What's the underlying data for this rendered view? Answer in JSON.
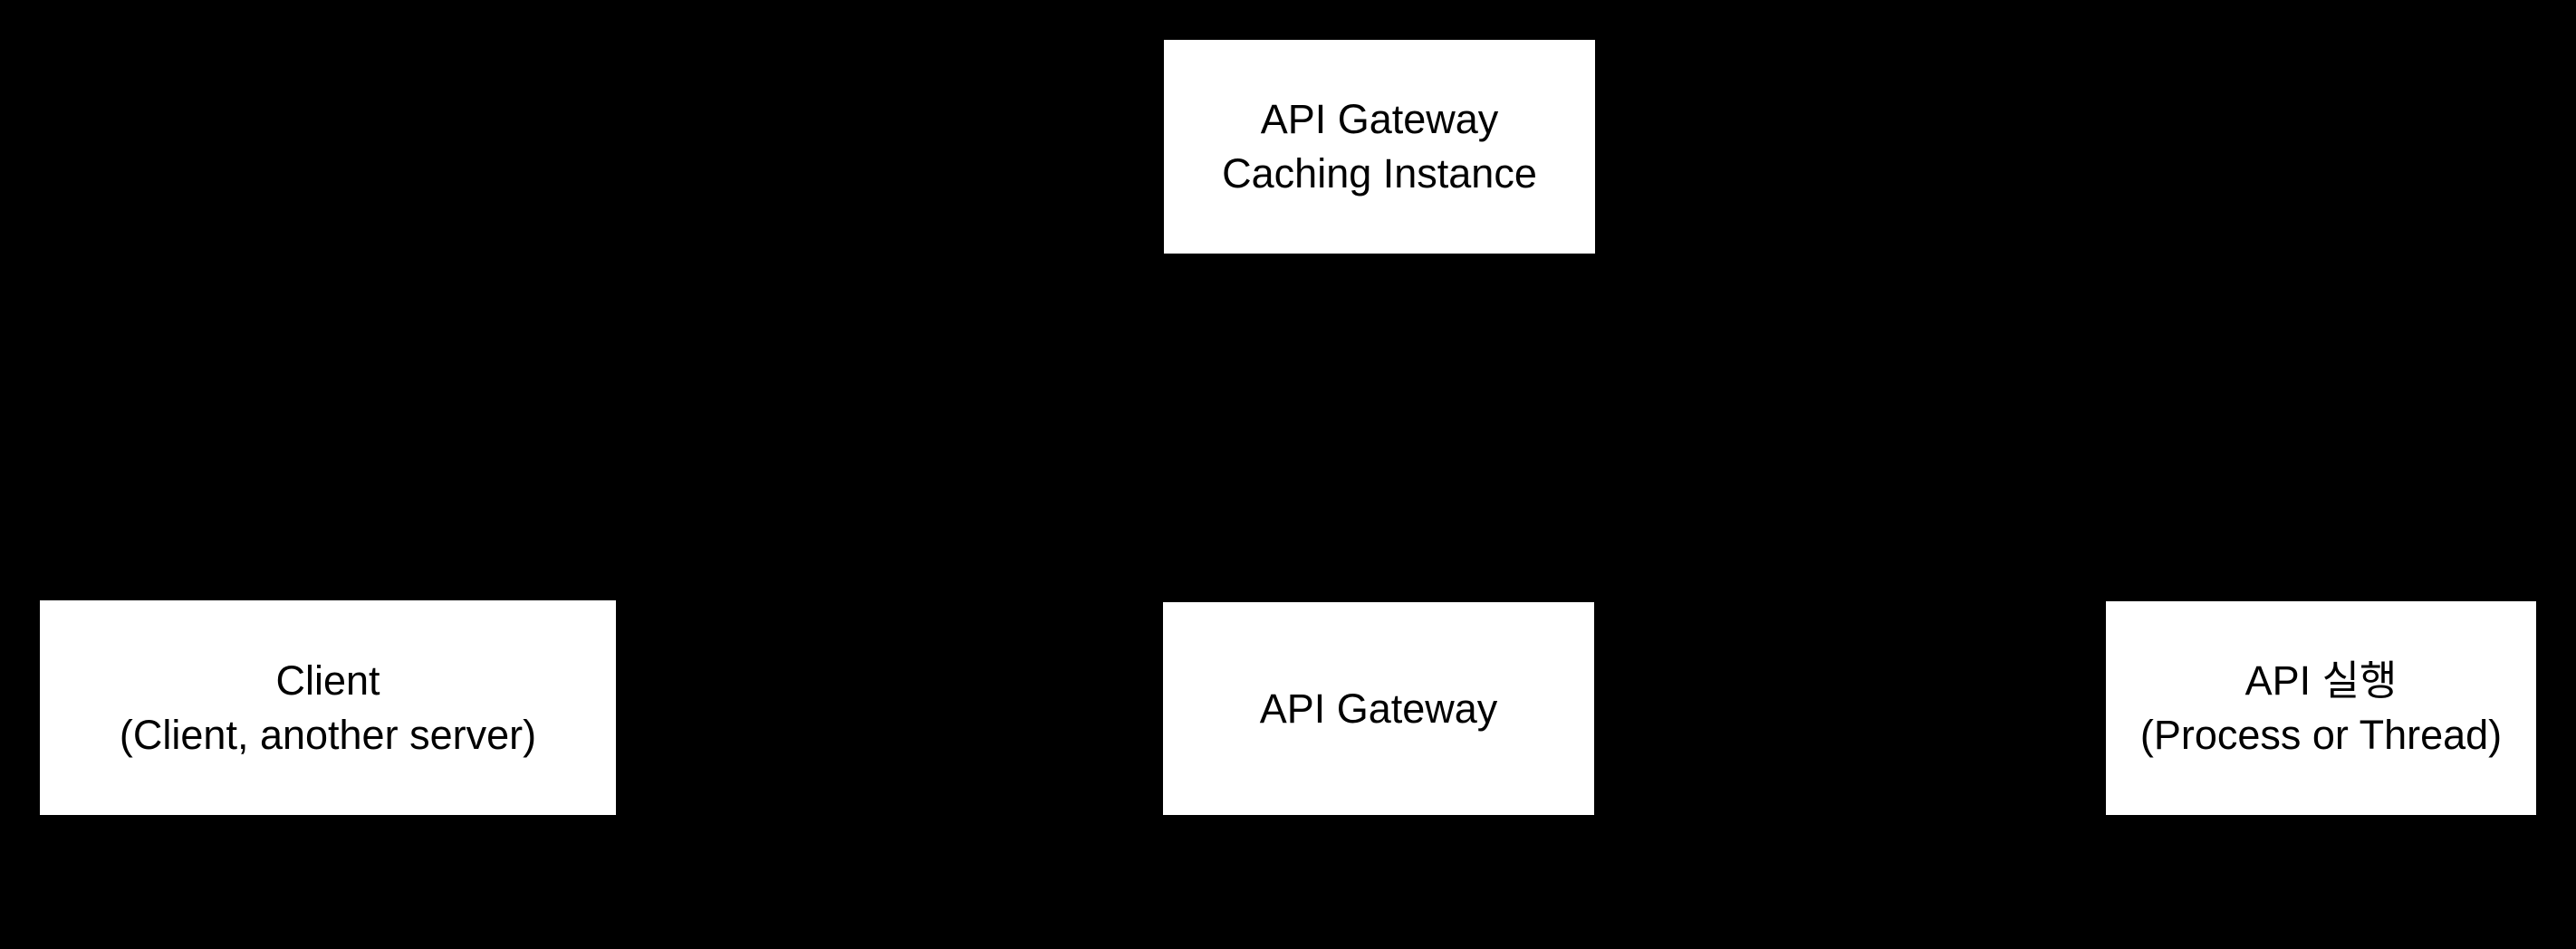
{
  "colors": {
    "background": "#000000",
    "node_fill": "#ffffff",
    "node_text": "#000000"
  },
  "diagram": {
    "nodes": [
      {
        "id": "api-gateway-caching-instance",
        "lines": [
          "API Gateway",
          "Caching Instance"
        ]
      },
      {
        "id": "client",
        "lines": [
          "Client",
          "(Client, another server)"
        ]
      },
      {
        "id": "api-gateway",
        "lines": [
          "API Gateway"
        ]
      },
      {
        "id": "api-execution",
        "lines": [
          "API 실행",
          "(Process or Thread)"
        ]
      }
    ]
  }
}
